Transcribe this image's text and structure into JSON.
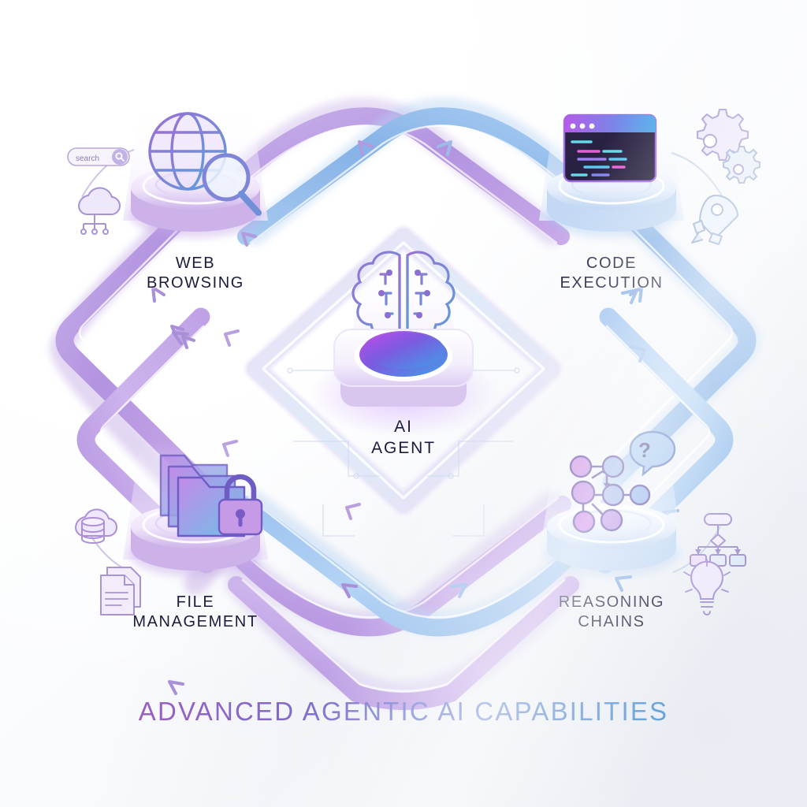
{
  "background": {
    "base_color": "#ffffff",
    "tint_color": "#eef1f6"
  },
  "title": {
    "text": "ADVANCED AGENTIC AI CAPABILITIES",
    "gradient_from": "#a44fb0",
    "gradient_to": "#62b0dd"
  },
  "center_node": {
    "label": "AI\nAGENT",
    "icon": "brain-icon",
    "pedestal": "rounded-square-platform",
    "orb_gradient_from": "#b14fe0",
    "orb_gradient_to": "#3f9fe8",
    "label_color": "#1b1c3d"
  },
  "nodes": [
    {
      "id": "web-browsing",
      "label": "WEB\nBROWSING",
      "icon": "globe-search-icon",
      "position": "top-left",
      "pedestal_color": "#e3d4f2",
      "accent": "#b08fdd"
    },
    {
      "id": "code-execution",
      "label": "CODE\nEXECUTION",
      "icon": "code-window-icon",
      "position": "top-right",
      "pedestal_color": "#d6e4f7",
      "accent": "#8ab4e8"
    },
    {
      "id": "file-management",
      "label": "FILE\nMANAGEMENT",
      "icon": "folder-lock-icon",
      "position": "bottom-left",
      "pedestal_color": "#e3d4f2",
      "accent": "#b08fdd"
    },
    {
      "id": "reasoning-chains",
      "label": "REASONING\nCHAINS",
      "icon": "node-graph-icon",
      "position": "bottom-right",
      "pedestal_color": "#d6e4f7",
      "accent": "#8ab4e8"
    }
  ],
  "connectors": {
    "left_ribbon_color": "#bda0e4",
    "right_ribbon_color": "#93bcec",
    "style": "rounded-diamond-ribbon",
    "arrowheads": true
  },
  "peripheral_icons": [
    {
      "id": "search-bar",
      "name": "search-pill-icon",
      "text": "search",
      "corner": "top-left"
    },
    {
      "id": "cloud-network",
      "name": "cloud-network-icon",
      "corner": "top-left"
    },
    {
      "id": "gears",
      "name": "gears-icon",
      "corner": "top-right"
    },
    {
      "id": "rocket",
      "name": "rocket-icon",
      "corner": "top-right"
    },
    {
      "id": "cloud-database",
      "name": "cloud-database-icon",
      "corner": "bottom-left"
    },
    {
      "id": "documents",
      "name": "document-pages-icon",
      "corner": "bottom-left"
    },
    {
      "id": "flowchart",
      "name": "flowchart-icon",
      "corner": "bottom-right"
    },
    {
      "id": "lightbulb",
      "name": "lightbulb-icon",
      "corner": "bottom-right"
    }
  ]
}
